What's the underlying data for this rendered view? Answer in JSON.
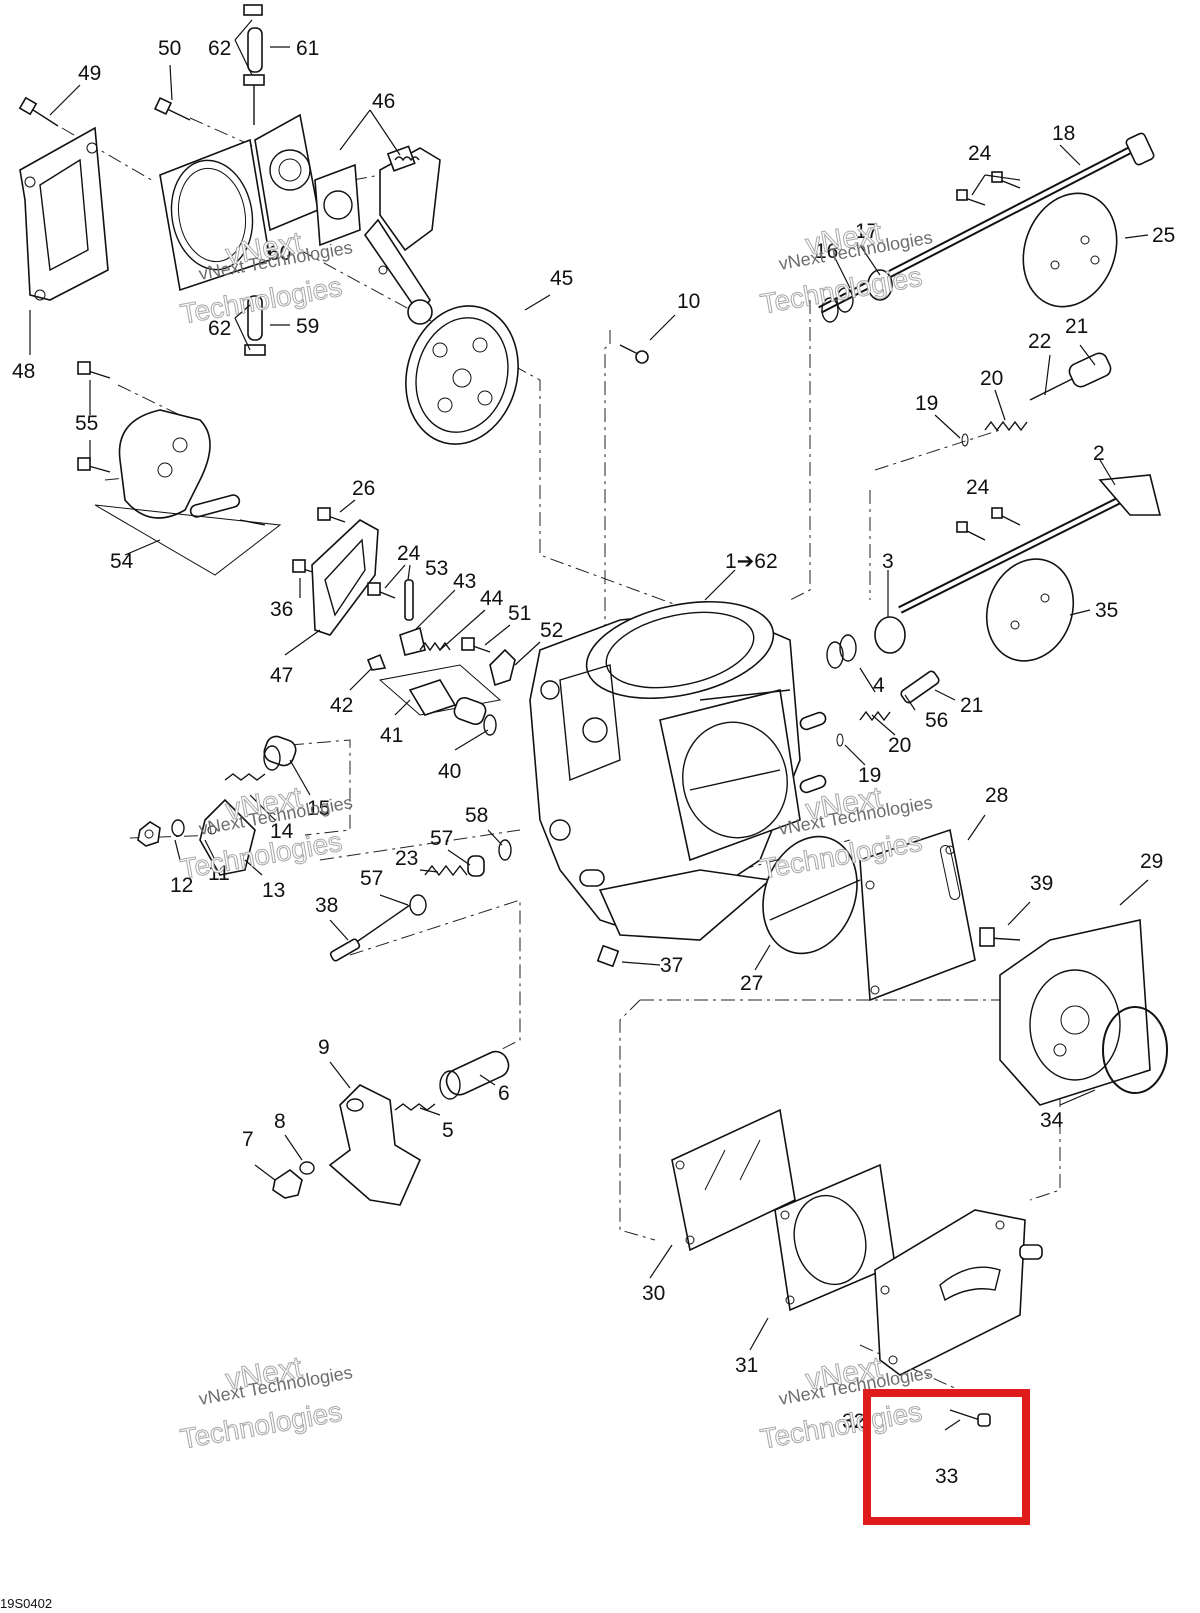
{
  "diagram": {
    "figure_code": "19S0402",
    "highlight_color": "#e01b1b",
    "callouts": [
      {
        "id": "c49",
        "text": "49"
      },
      {
        "id": "c50",
        "text": "50"
      },
      {
        "id": "c62a",
        "text": "62"
      },
      {
        "id": "c61",
        "text": "61"
      },
      {
        "id": "c46",
        "text": "46"
      },
      {
        "id": "c48",
        "text": "48"
      },
      {
        "id": "c60",
        "text": "60"
      },
      {
        "id": "c62b",
        "text": "62"
      },
      {
        "id": "c59",
        "text": "59"
      },
      {
        "id": "c45",
        "text": "45"
      },
      {
        "id": "c55",
        "text": "55"
      },
      {
        "id": "c54",
        "text": "54"
      },
      {
        "id": "c10",
        "text": "10"
      },
      {
        "id": "c24a",
        "text": "24"
      },
      {
        "id": "c18",
        "text": "18"
      },
      {
        "id": "c17",
        "text": "17"
      },
      {
        "id": "c16",
        "text": "16"
      },
      {
        "id": "c25",
        "text": "25"
      },
      {
        "id": "c22",
        "text": "22"
      },
      {
        "id": "c21a",
        "text": "21"
      },
      {
        "id": "c20a",
        "text": "20"
      },
      {
        "id": "c19a",
        "text": "19"
      },
      {
        "id": "c2",
        "text": "2"
      },
      {
        "id": "c26",
        "text": "26"
      },
      {
        "id": "c24b",
        "text": "24"
      },
      {
        "id": "c53",
        "text": "53"
      },
      {
        "id": "c24c",
        "text": "24"
      },
      {
        "id": "c43",
        "text": "43"
      },
      {
        "id": "c44",
        "text": "44"
      },
      {
        "id": "c36",
        "text": "36"
      },
      {
        "id": "c51",
        "text": "51"
      },
      {
        "id": "c52",
        "text": "52"
      },
      {
        "id": "c47",
        "text": "47"
      },
      {
        "id": "c42",
        "text": "42"
      },
      {
        "id": "c41",
        "text": "41"
      },
      {
        "id": "c40",
        "text": "40"
      },
      {
        "id": "c1",
        "text": "1➔62"
      },
      {
        "id": "c3",
        "text": "3"
      },
      {
        "id": "c35",
        "text": "35"
      },
      {
        "id": "c4",
        "text": "4"
      },
      {
        "id": "c21b",
        "text": "21"
      },
      {
        "id": "c56",
        "text": "56"
      },
      {
        "id": "c20b",
        "text": "20"
      },
      {
        "id": "c19b",
        "text": "19"
      },
      {
        "id": "c15",
        "text": "15"
      },
      {
        "id": "c14",
        "text": "14"
      },
      {
        "id": "c11",
        "text": "11"
      },
      {
        "id": "c12",
        "text": "12"
      },
      {
        "id": "c13",
        "text": "13"
      },
      {
        "id": "c58",
        "text": "58"
      },
      {
        "id": "c57a",
        "text": "57"
      },
      {
        "id": "c23",
        "text": "23"
      },
      {
        "id": "c57b",
        "text": "57"
      },
      {
        "id": "c38",
        "text": "38"
      },
      {
        "id": "c28",
        "text": "28"
      },
      {
        "id": "c29",
        "text": "29"
      },
      {
        "id": "c39",
        "text": "39"
      },
      {
        "id": "c37",
        "text": "37"
      },
      {
        "id": "c27",
        "text": "27"
      },
      {
        "id": "c34",
        "text": "34"
      },
      {
        "id": "c9",
        "text": "9"
      },
      {
        "id": "c6",
        "text": "6"
      },
      {
        "id": "c8",
        "text": "8"
      },
      {
        "id": "c7",
        "text": "7"
      },
      {
        "id": "c5",
        "text": "5"
      },
      {
        "id": "c30",
        "text": "30"
      },
      {
        "id": "c31",
        "text": "31"
      },
      {
        "id": "c32",
        "text": "32"
      },
      {
        "id": "c33",
        "text": "33"
      }
    ]
  },
  "watermark": {
    "line1": "vNext Technologies",
    "line2": "vNext",
    "line3": "Technologies"
  }
}
